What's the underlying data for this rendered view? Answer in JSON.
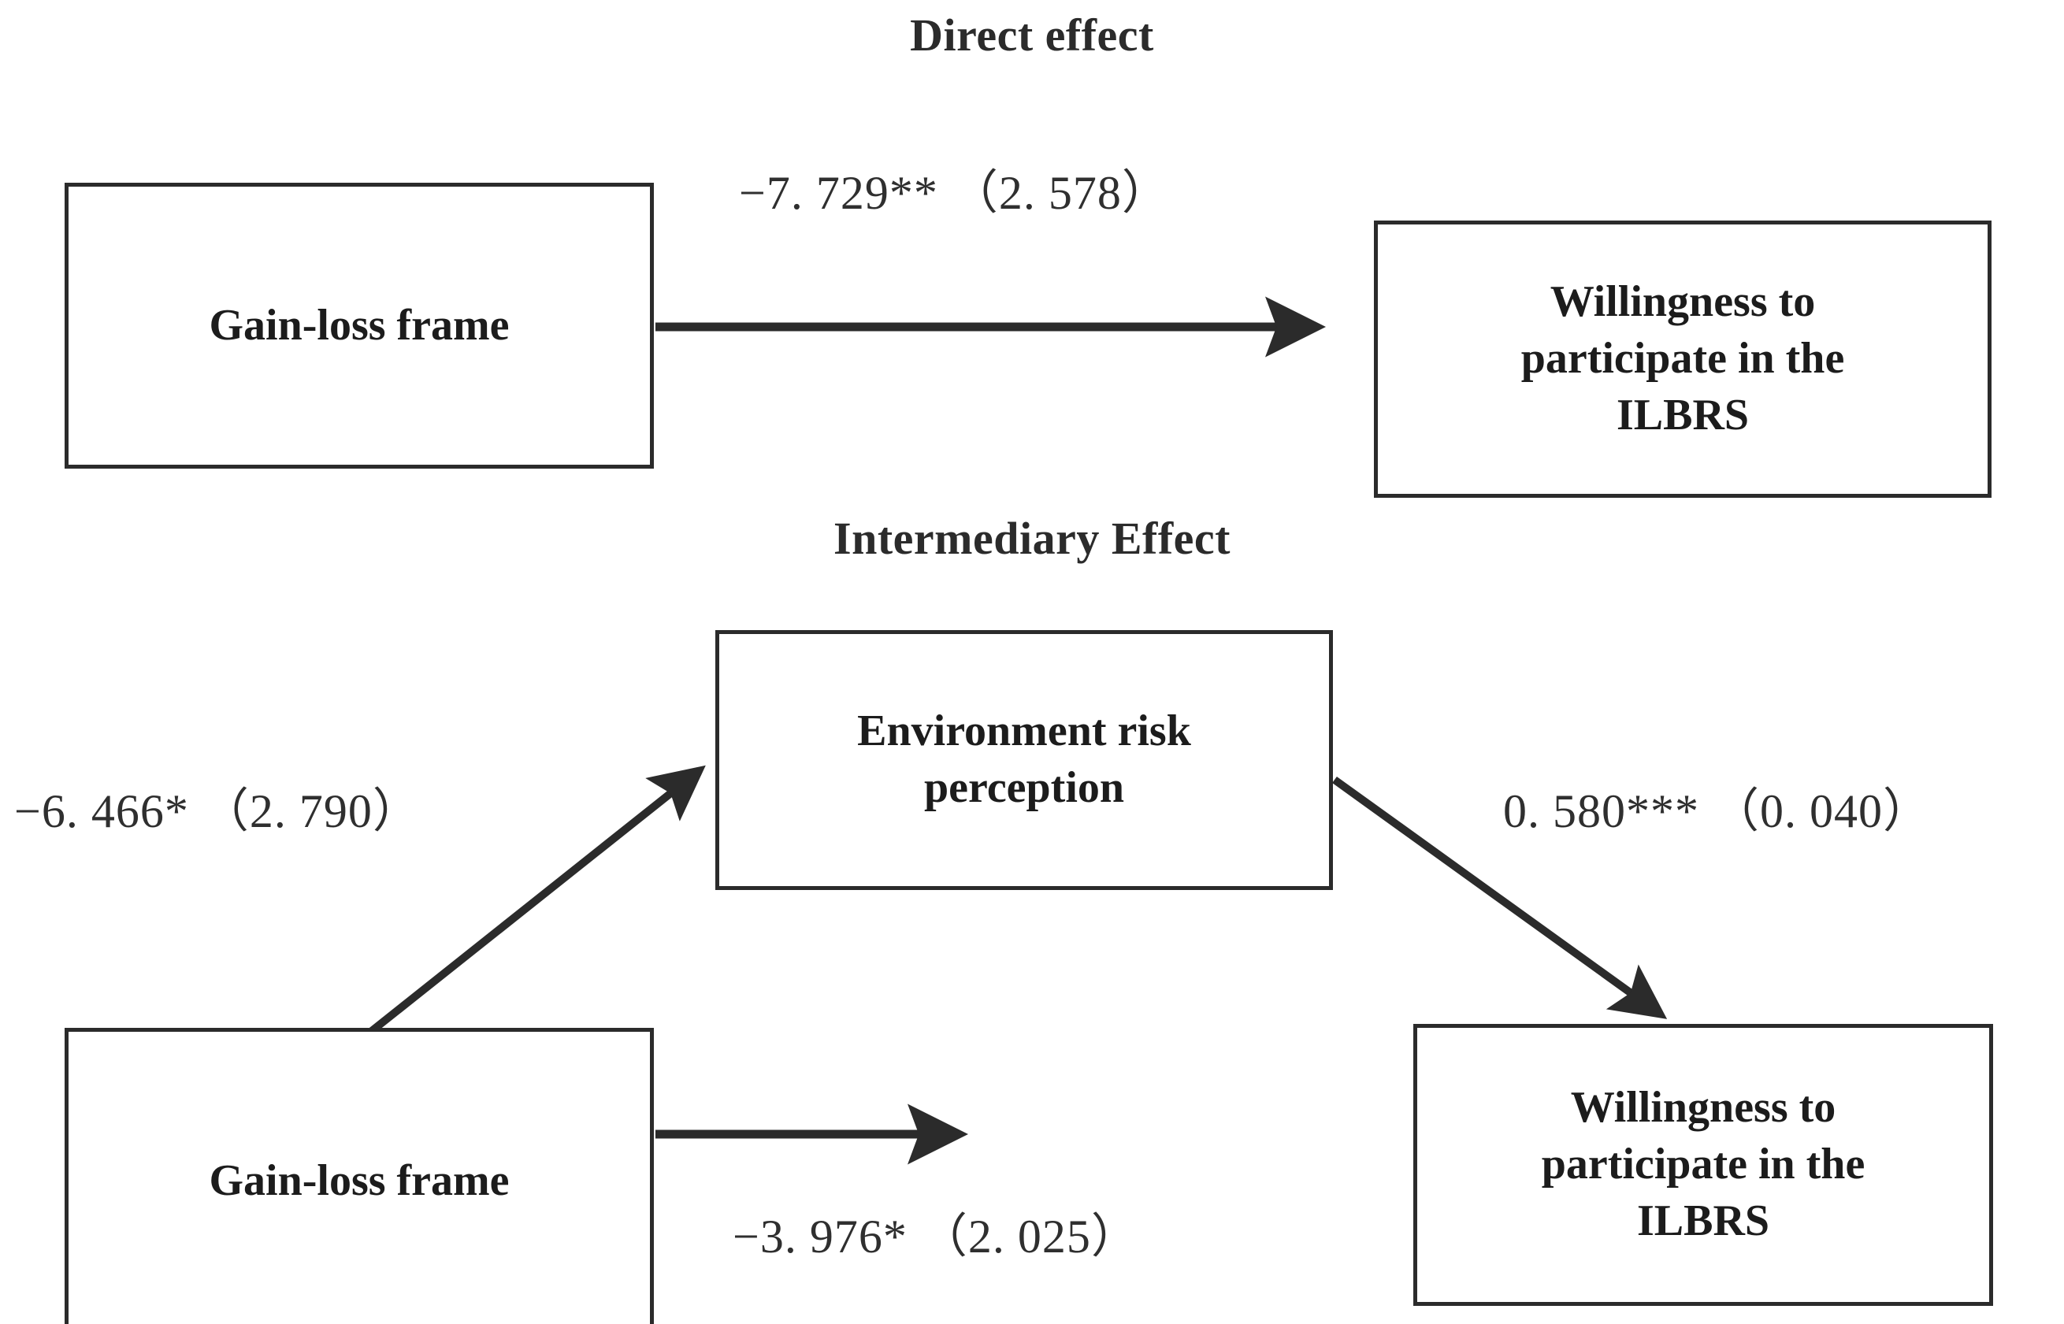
{
  "figure": {
    "type": "mediation-path-diagram",
    "background": "#ffffff",
    "line_color": "#2b2b2b",
    "text_color": "#1c1c1c"
  },
  "sections": {
    "direct": {
      "title": "Direct effect"
    },
    "indirect": {
      "title": "Intermediary Effect"
    }
  },
  "nodes": {
    "gain_loss_top": {
      "label": "Gain-loss frame"
    },
    "willingness_top": {
      "line1": "Willingness to",
      "line2": "participate in the",
      "line3": "ILBRS"
    },
    "environment_risk": {
      "line1": "Environment risk",
      "line2": "perception"
    },
    "gain_loss_bottom": {
      "label": "Gain-loss frame"
    },
    "willingness_bottom": {
      "line1": "Willingness to",
      "line2": "participate in the",
      "line3": "ILBRS"
    }
  },
  "edges": {
    "direct_effect": {
      "label": "−7. 729** （2. 578）",
      "coefficient": -7.729,
      "std_error": 2.578,
      "significance": "**",
      "from": "gain_loss_top",
      "to": "willingness_top"
    },
    "a_path": {
      "label": "−6. 466* （2. 790）",
      "coefficient": -6.466,
      "std_error": 2.79,
      "significance": "*",
      "from": "gain_loss_bottom",
      "to": "environment_risk"
    },
    "b_path": {
      "label": "0. 580*** （0. 040）",
      "coefficient": 0.58,
      "std_error": 0.04,
      "significance": "***",
      "from": "environment_risk",
      "to": "willingness_bottom"
    },
    "c_prime_path": {
      "label": "−3. 976* （2. 025）",
      "coefficient": -3.976,
      "std_error": 2.025,
      "significance": "*",
      "from": "gain_loss_bottom",
      "to": "willingness_bottom"
    }
  }
}
